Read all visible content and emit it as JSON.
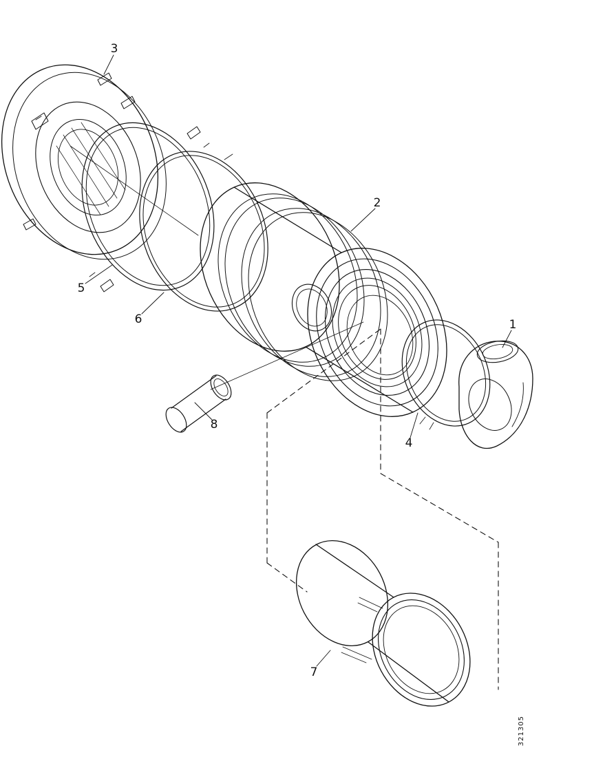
{
  "diagram": {
    "type": "exploded-parts-diagram",
    "callouts": [
      "1",
      "2",
      "3",
      "4",
      "5",
      "6",
      "7",
      "8"
    ],
    "figure_code": "321305",
    "colors": {
      "line": "#111111",
      "background": "#ffffff"
    }
  }
}
